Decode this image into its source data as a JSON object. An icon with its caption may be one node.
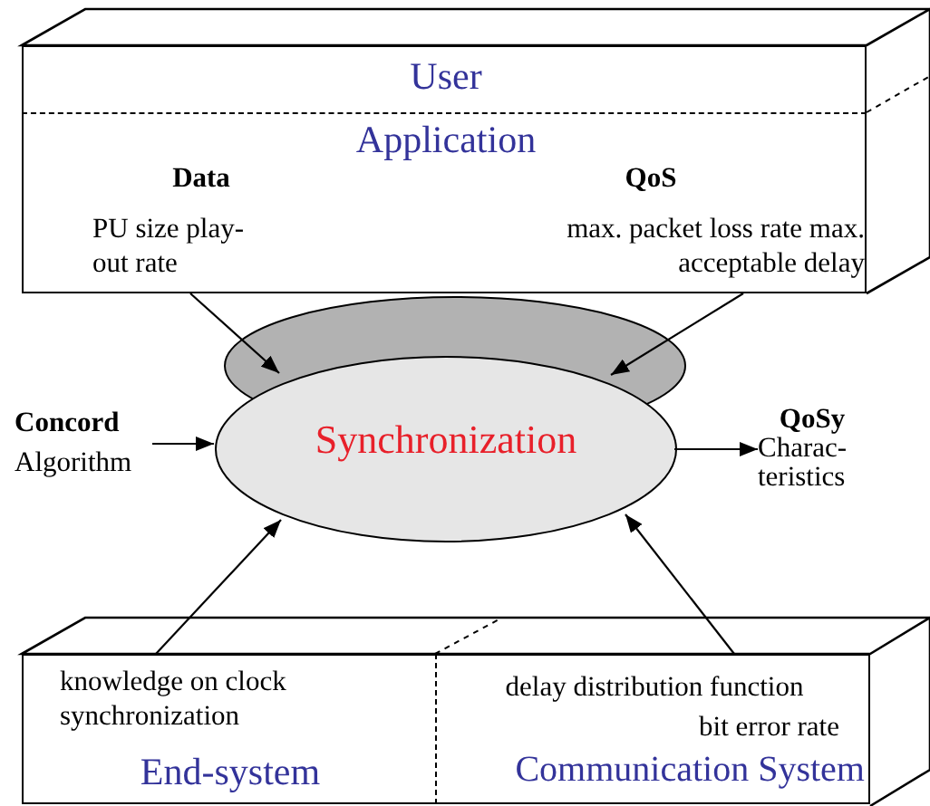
{
  "diagram": {
    "nodes": [
      {
        "text": [
          "User"
        ]
      },
      {
        "text": [
          "Application"
        ]
      },
      {
        "text": [
          "Data",
          "PU size play-out rate"
        ],
        "in": 1
      },
      {
        "text": [
          "QoS",
          "max. packet loss rate max. acceptable delay"
        ],
        "in": 1
      },
      {
        "text": [
          "Synchronization"
        ]
      },
      {
        "text": [
          "Concord",
          "Algorithm"
        ]
      },
      {
        "text": [
          "QoSy",
          "Charac- teristics"
        ]
      },
      {
        "text": [
          "knowledge on clock synchronization",
          "End-system"
        ]
      },
      {
        "text": [
          "delay distribution function",
          "bit error rate",
          "Communication System"
        ]
      }
    ],
    "edges": [
      {
        "from": 2,
        "to": 4,
        "arrow": "to"
      },
      {
        "from": 3,
        "to": 4,
        "arrow": "to"
      },
      {
        "from": 5,
        "to": 4,
        "arrow": "to"
      },
      {
        "from": 4,
        "to": 6,
        "arrow": "to"
      },
      {
        "from": 7,
        "to": 4,
        "arrow": "to"
      },
      {
        "from": 8,
        "to": 4,
        "arrow": "to"
      }
    ]
  }
}
